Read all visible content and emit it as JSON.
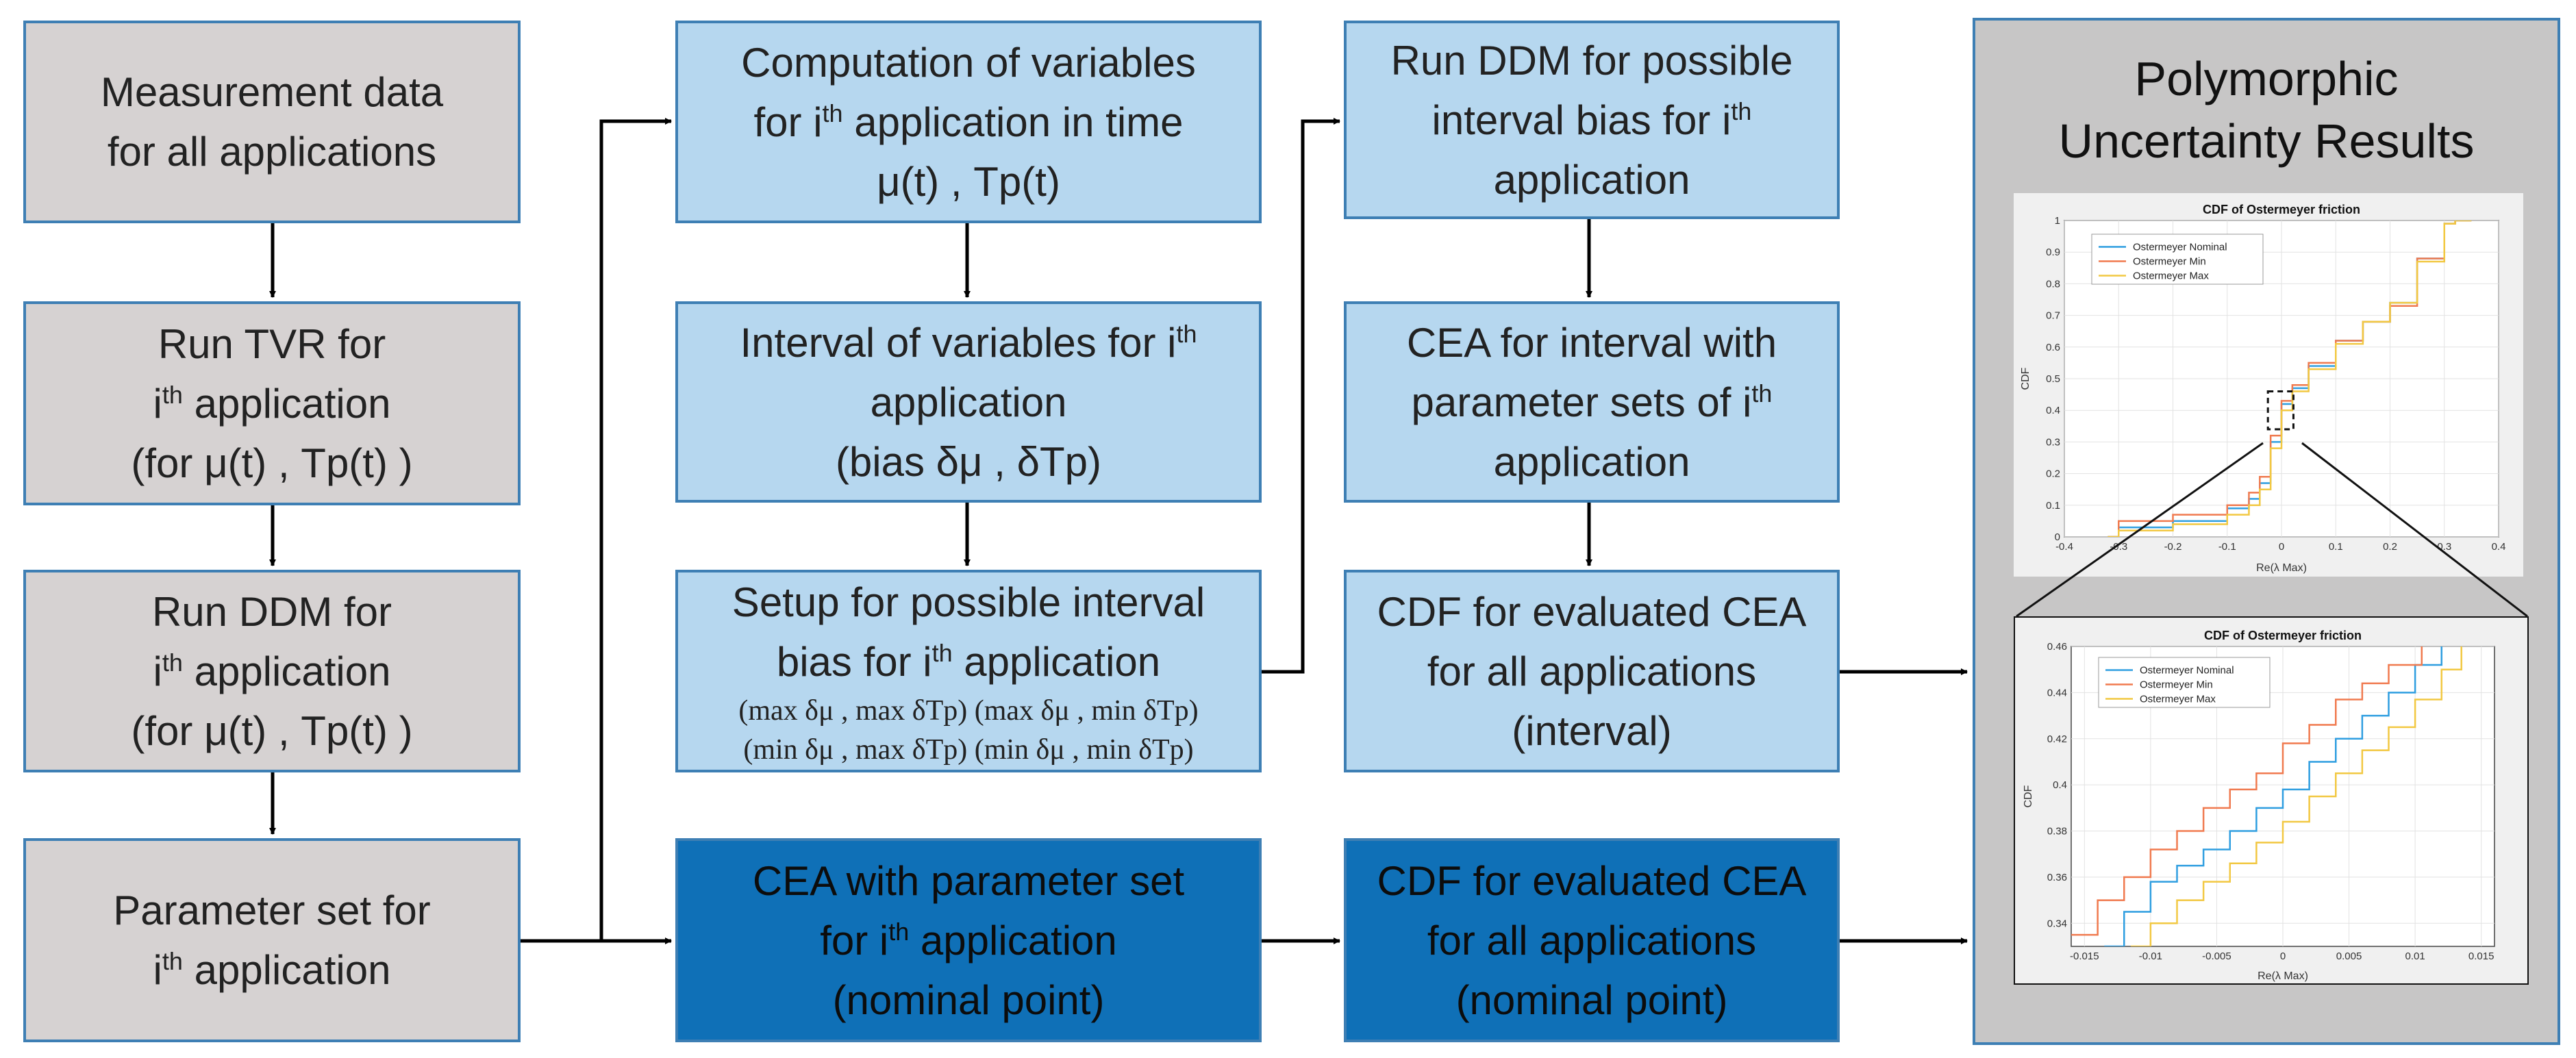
{
  "left_column": {
    "box1": {
      "line1": "Measurement data",
      "line2": "for all applications"
    },
    "box2": {
      "line1": "Run TVR for",
      "line2_sup": "th",
      "line2_rest": " application",
      "line3": "(for μ(t) , Tp(t) )"
    },
    "box3": {
      "line1": "Run DDM for",
      "line2_sup": "th",
      "line2_rest": " application",
      "line3": "(for μ(t) , Tp(t) )"
    },
    "box4": {
      "line1": "Parameter set for",
      "line2_sup": "th",
      "line2_rest": " application"
    }
  },
  "middle_column": {
    "box1": {
      "line1_a": "Computation of variables",
      "line2_a": "for i",
      "line2_sup": "th",
      "line2_b": " application in time",
      "line3": "μ(t) , Tp(t)"
    },
    "box2": {
      "line1_a": "Interval of variables for i",
      "line1_sup": "th",
      "line2": "application",
      "line3": "(bias δμ , δTp)"
    },
    "box3": {
      "line1": "Setup for possible interval",
      "line2_a": "bias for i",
      "line2_sup": "th",
      "line2_b": " application",
      "combo1": "(max δμ , max δTp)  (max δμ , min δTp)",
      "combo2": "(min δμ , max δTp)  (min δμ , min δTp)"
    },
    "box4": {
      "line1": "CEA with parameter set",
      "line2_a": "for i",
      "line2_sup": "th",
      "line2_b": " application",
      "line3": "(nominal point)"
    }
  },
  "right_column": {
    "box1": {
      "line1": "Run DDM for possible",
      "line2_a": "interval bias for i",
      "line2_sup": "th",
      "line3": "application"
    },
    "box2": {
      "line1": "CEA for interval with",
      "line2_a": "parameter sets of i",
      "line2_sup": "th",
      "line3": "application"
    },
    "box3": {
      "line1": "CDF for evaluated CEA",
      "line2": "for all applications",
      "line3": "(interval)"
    },
    "box4": {
      "line1": "CDF for evaluated CEA",
      "line2": "for all applications",
      "line3": "(nominal point)"
    }
  },
  "results_panel": {
    "title_line1": "Polymorphic",
    "title_line2": "Uncertainty Results"
  },
  "colors": {
    "gray_box": "#d6d2d2",
    "light_box": "#b6d7ef",
    "dark_box": "#0f70b7",
    "border": "#3e7fb4",
    "nominal": "#2f9ee0",
    "min": "#f07a4f",
    "max": "#f2c842"
  },
  "chart_data": [
    {
      "type": "line",
      "title": "CDF of Ostermeyer friction",
      "xlabel": "Re(λ Max)",
      "ylabel": "CDF",
      "xlim": [
        -0.4,
        0.4
      ],
      "ylim": [
        0,
        1
      ],
      "x_ticks": [
        "-0.4",
        "-0.3",
        "-0.2",
        "-0.1",
        "0",
        "0.1",
        "0.2",
        "0.3",
        "0.4"
      ],
      "y_ticks": [
        "0",
        "0.1",
        "0.2",
        "0.3",
        "0.4",
        "0.5",
        "0.6",
        "0.7",
        "0.8",
        "0.9",
        "1"
      ],
      "grid": true,
      "legend_position": "top-left",
      "series": [
        {
          "name": "Ostermeyer Nominal",
          "x": [
            -0.32,
            -0.3,
            -0.2,
            -0.1,
            -0.06,
            -0.04,
            -0.02,
            0.0,
            0.02,
            0.05,
            0.1,
            0.15,
            0.2,
            0.25,
            0.3,
            0.32,
            0.35
          ],
          "y": [
            0,
            0.03,
            0.05,
            0.09,
            0.12,
            0.17,
            0.3,
            0.42,
            0.47,
            0.54,
            0.62,
            0.68,
            0.74,
            0.88,
            0.99,
            1.0,
            1.0
          ]
        },
        {
          "name": "Ostermeyer Min",
          "x": [
            -0.32,
            -0.3,
            -0.2,
            -0.1,
            -0.06,
            -0.04,
            -0.02,
            0.0,
            0.02,
            0.05,
            0.1,
            0.15,
            0.2,
            0.25,
            0.3,
            0.32,
            0.35
          ],
          "y": [
            0,
            0.05,
            0.07,
            0.1,
            0.14,
            0.19,
            0.32,
            0.43,
            0.48,
            0.55,
            0.62,
            0.68,
            0.73,
            0.88,
            0.99,
            1.0,
            1.0
          ]
        },
        {
          "name": "Ostermeyer Max",
          "x": [
            -0.32,
            -0.3,
            -0.2,
            -0.1,
            -0.06,
            -0.04,
            -0.02,
            0.0,
            0.02,
            0.05,
            0.1,
            0.15,
            0.2,
            0.25,
            0.3,
            0.32,
            0.35
          ],
          "y": [
            0,
            0.02,
            0.04,
            0.07,
            0.1,
            0.15,
            0.28,
            0.4,
            0.46,
            0.53,
            0.61,
            0.68,
            0.74,
            0.87,
            0.99,
            1.0,
            1.0
          ]
        }
      ]
    },
    {
      "type": "line",
      "title": "CDF of Ostermeyer friction",
      "xlabel": "Re(λ Max)",
      "ylabel": "CDF",
      "xlim": [
        -0.016,
        0.016
      ],
      "ylim": [
        0.33,
        0.46
      ],
      "x_ticks": [
        "-0.015",
        "-0.01",
        "-0.005",
        "0",
        "0.005",
        "0.01",
        "0.015"
      ],
      "y_ticks": [
        "0.34",
        "0.36",
        "0.38",
        "0.4",
        "0.42",
        "0.44",
        "0.46"
      ],
      "grid": true,
      "legend_position": "top-left",
      "series": [
        {
          "name": "Ostermeyer Nominal",
          "x": [
            -0.0135,
            -0.012,
            -0.01,
            -0.008,
            -0.006,
            -0.004,
            -0.002,
            0.0,
            0.002,
            0.004,
            0.006,
            0.008,
            0.01,
            0.012
          ],
          "y": [
            0.33,
            0.345,
            0.358,
            0.365,
            0.372,
            0.38,
            0.39,
            0.398,
            0.41,
            0.42,
            0.43,
            0.44,
            0.452,
            0.46
          ]
        },
        {
          "name": "Ostermeyer Min",
          "x": [
            -0.016,
            -0.014,
            -0.012,
            -0.01,
            -0.008,
            -0.006,
            -0.004,
            -0.002,
            0.0,
            0.002,
            0.004,
            0.006,
            0.008,
            0.0105
          ],
          "y": [
            0.335,
            0.35,
            0.36,
            0.372,
            0.38,
            0.39,
            0.398,
            0.405,
            0.418,
            0.426,
            0.437,
            0.444,
            0.452,
            0.46
          ]
        },
        {
          "name": "Ostermeyer Max",
          "x": [
            -0.0115,
            -0.01,
            -0.008,
            -0.006,
            -0.004,
            -0.002,
            0.0,
            0.002,
            0.004,
            0.006,
            0.008,
            0.01,
            0.012,
            0.0135
          ],
          "y": [
            0.33,
            0.34,
            0.35,
            0.358,
            0.366,
            0.375,
            0.384,
            0.395,
            0.405,
            0.415,
            0.425,
            0.437,
            0.45,
            0.46
          ]
        }
      ]
    }
  ]
}
